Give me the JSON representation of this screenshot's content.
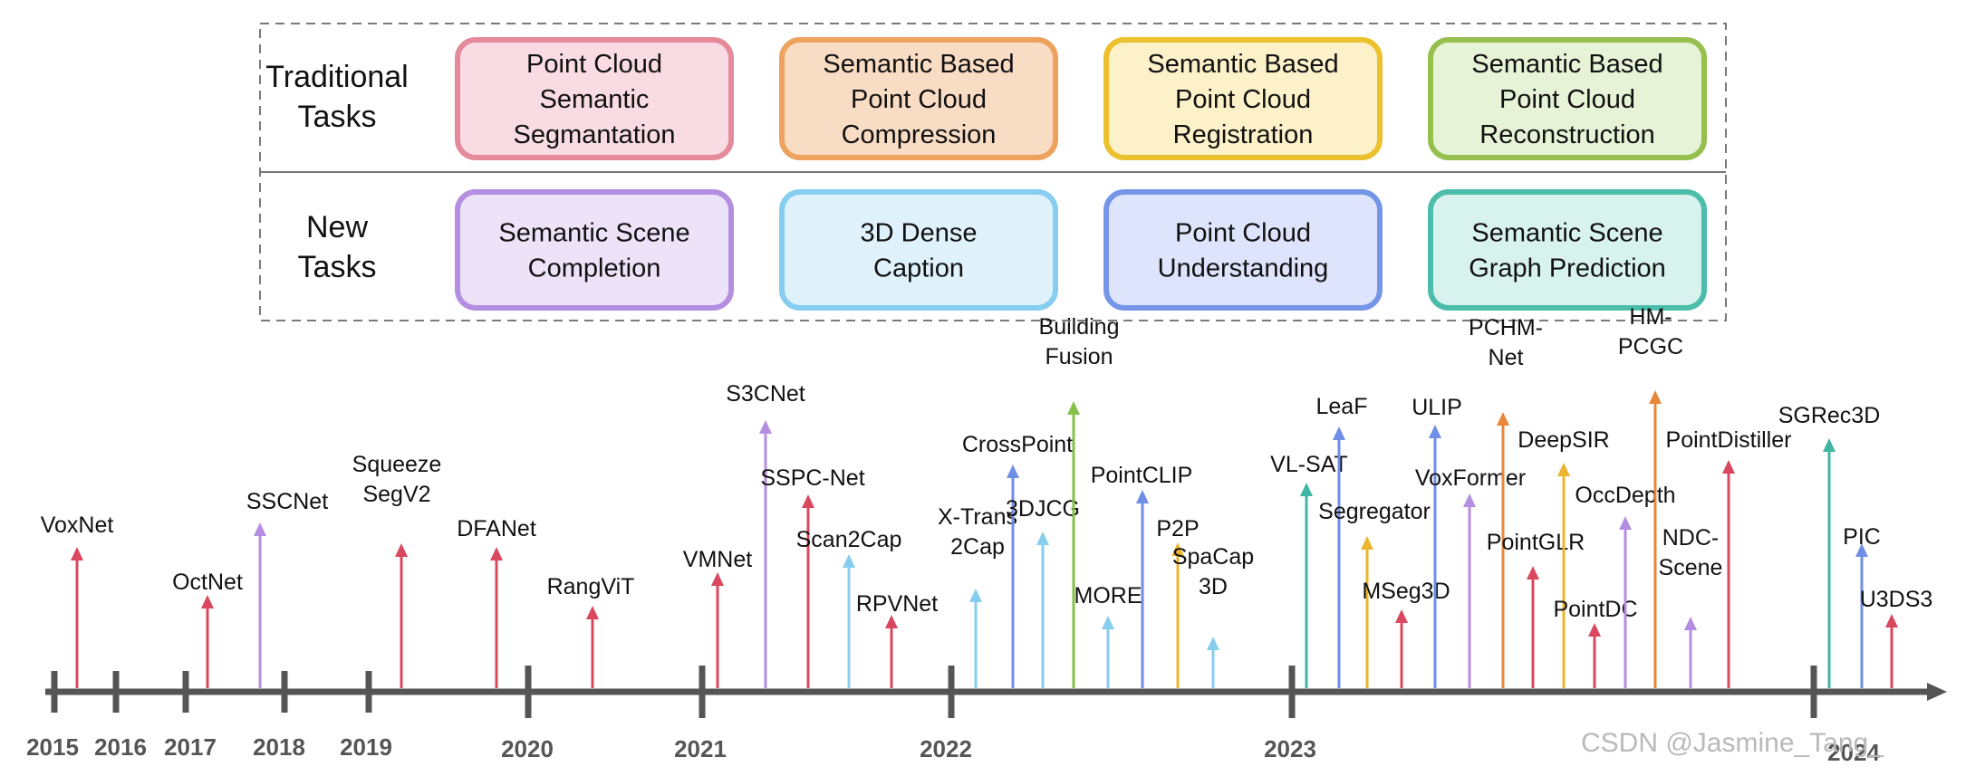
{
  "tasks": {
    "rows": [
      {
        "label": [
          "Traditional",
          "Tasks"
        ],
        "items": [
          {
            "lines": [
              "Point Cloud",
              "Semantic",
              "Segmantation"
            ],
            "fill": "#f8dbe3",
            "stroke": "#e48a9b"
          },
          {
            "lines": [
              "Semantic Based",
              "Point Cloud",
              "Compression"
            ],
            "fill": "#f8dcc4",
            "stroke": "#eda25e"
          },
          {
            "lines": [
              "Semantic Based",
              "Point Cloud",
              "Registration"
            ],
            "fill": "#fcf1c9",
            "stroke": "#ecc12e"
          },
          {
            "lines": [
              "Semantic Based",
              "Point Cloud",
              "Reconstruction"
            ],
            "fill": "#e7f3d6",
            "stroke": "#95c04e"
          }
        ]
      },
      {
        "label": [
          "New",
          "Tasks"
        ],
        "items": [
          {
            "lines": [
              "Semantic Scene",
              "Completion"
            ],
            "fill": "#ede3f8",
            "stroke": "#b48ee0"
          },
          {
            "lines": [
              "3D Dense",
              "Caption"
            ],
            "fill": "#dff2fb",
            "stroke": "#86cdef"
          },
          {
            "lines": [
              "Point Cloud",
              "Understanding"
            ],
            "fill": "#dde4fb",
            "stroke": "#7596e8"
          },
          {
            "lines": [
              "Semantic Scene",
              "Graph Prediction"
            ],
            "fill": "#d8f3ee",
            "stroke": "#4bbdaa"
          }
        ]
      }
    ]
  },
  "timeline": {
    "years": [
      "2015",
      "2016",
      "2017",
      "2018",
      "2019",
      "2020",
      "2021",
      "2022",
      "2023",
      "2024"
    ],
    "methods": [
      {
        "lines": [
          "VoxNet"
        ],
        "color": "#d9485f"
      },
      {
        "lines": [
          "OctNet"
        ],
        "color": "#d9485f"
      },
      {
        "lines": [
          "SSCNet"
        ],
        "color": "#b48ee0"
      },
      {
        "lines": [
          "Squeeze",
          "SegV2"
        ],
        "color": "#d9485f"
      },
      {
        "lines": [
          "DFANet"
        ],
        "color": "#d9485f"
      },
      {
        "lines": [
          "RangViT"
        ],
        "color": "#d9485f"
      },
      {
        "lines": [
          "VMNet"
        ],
        "color": "#d9485f"
      },
      {
        "lines": [
          "S3CNet"
        ],
        "color": "#b48ee0"
      },
      {
        "lines": [
          "SSPC-Net"
        ],
        "color": "#d9485f"
      },
      {
        "lines": [
          "Scan2Cap"
        ],
        "color": "#86cdef"
      },
      {
        "lines": [
          "RPVNet"
        ],
        "color": "#d9485f"
      },
      {
        "lines": [
          "X-Trans",
          "2Cap"
        ],
        "color": "#86cdef"
      },
      {
        "lines": [
          "CrossPoint"
        ],
        "color": "#6f8ee6"
      },
      {
        "lines": [
          "3DJCG"
        ],
        "color": "#86cdef"
      },
      {
        "lines": [
          "Building",
          "Fusion"
        ],
        "color": "#86c04a"
      },
      {
        "lines": [
          "MORE"
        ],
        "color": "#86cdef"
      },
      {
        "lines": [
          "PointCLIP"
        ],
        "color": "#6f8ee6"
      },
      {
        "lines": [
          "P2P"
        ],
        "color": "#ecb52e"
      },
      {
        "lines": [
          "SpaCap",
          "3D"
        ],
        "color": "#86cdef"
      },
      {
        "lines": [
          "VL-SAT"
        ],
        "color": "#3fb5a3"
      },
      {
        "lines": [
          "LeaF"
        ],
        "color": "#6f8ee6"
      },
      {
        "lines": [
          "Segregator"
        ],
        "color": "#ecb52e"
      },
      {
        "lines": [
          "MSeg3D"
        ],
        "color": "#d9485f"
      },
      {
        "lines": [
          "ULIP"
        ],
        "color": "#6f8ee6"
      },
      {
        "lines": [
          "VoxFormer"
        ],
        "color": "#b48ee0"
      },
      {
        "lines": [
          "PCHM-",
          "Net"
        ],
        "color": "#e8873a"
      },
      {
        "lines": [
          "PointGLR"
        ],
        "color": "#d9485f"
      },
      {
        "lines": [
          "DeepSIR"
        ],
        "color": "#ecb52e"
      },
      {
        "lines": [
          "PointDC"
        ],
        "color": "#d9485f"
      },
      {
        "lines": [
          "OccDepth"
        ],
        "color": "#b48ee0"
      },
      {
        "lines": [
          "HM-",
          "PCGC"
        ],
        "color": "#e8873a"
      },
      {
        "lines": [
          "NDC-",
          "Scene"
        ],
        "color": "#b48ee0"
      },
      {
        "lines": [
          "PointDistiller"
        ],
        "color": "#d9485f"
      },
      {
        "lines": [
          "SGRec3D"
        ],
        "color": "#3fb5a3"
      },
      {
        "lines": [
          "PIC"
        ],
        "color": "#6f8ee6"
      },
      {
        "lines": [
          "U3DS3"
        ],
        "color": "#d9485f"
      }
    ]
  },
  "watermark": "CSDN @Jasmine_Tang_"
}
